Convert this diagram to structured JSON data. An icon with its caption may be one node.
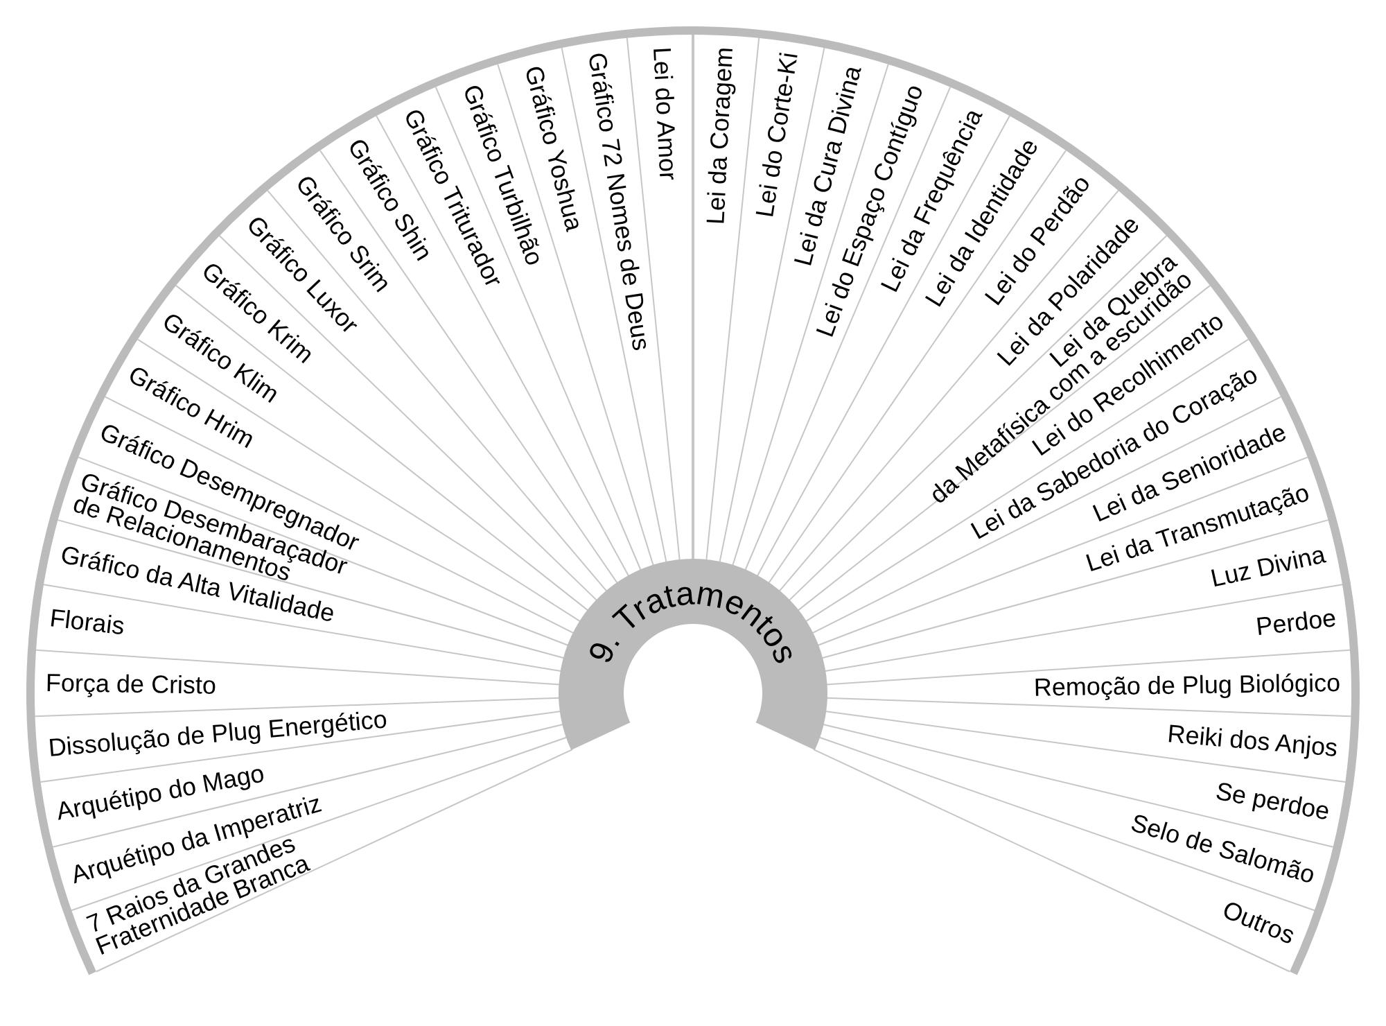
{
  "diagram": {
    "title": "9. Tratamentos",
    "labels": [
      "7 Raios da Grandes Fraternidade Branca",
      "Arquétipo da Imperatriz",
      "Arquétipo do Mago",
      "Dissolução de Plug Energético",
      "Força de Cristo",
      "Florais",
      "Gráfico da Alta Vitalidade",
      "Gráfico Desembaraçador de Relacionamentos",
      "Gráfico Desempregnador",
      "Gráfico Hrim",
      "Gráfico Klim",
      "Gráfico Krim",
      "Gráfico Luxor",
      "Gráfico Srim",
      "Gráfico Shin",
      "Gráfico Triturador",
      "Gráfico Turbilhão",
      "Gráfico Yoshua",
      "Gráfico 72 Nomes de Deus",
      "Lei do Amor",
      "Lei da Coragem",
      "Lei do Corte-Ki",
      "Lei da Cura Divina",
      "Lei do Espaço Contíguo",
      "Lei da Frequência",
      "Lei da Identidade",
      "Lei do Perdão",
      "Lei da Polaridade",
      "Lei da Quebra da Metafísica com a escuridão",
      "Lei do Recolhimento",
      "Lei da Sabedoria do Coração",
      "Lei da Senioridade",
      "Lei da Transmutação",
      "Luz Divina",
      "Perdoe",
      "Remoção de Plug Biológico",
      "Reiki dos Anjos",
      "Se perdoe",
      "Selo de Salomão",
      "Outros"
    ]
  }
}
